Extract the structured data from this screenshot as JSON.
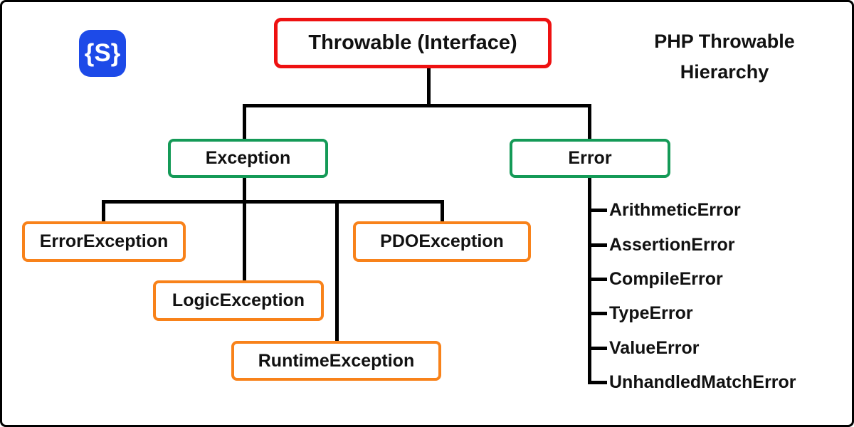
{
  "header": {
    "logo_text": "{S}",
    "title_line1": "PHP Throwable",
    "title_line2": "Hierarchy"
  },
  "colors": {
    "root_border": "#ee1111",
    "branch_border": "#149a57",
    "leaf_border": "#f8821a",
    "logo_bg": "#1d4ae8",
    "line_color": "#000000",
    "text_color": "#111111",
    "canvas_bg": "#ffffff"
  },
  "tree": {
    "root": {
      "label": "Throwable (Interface)"
    },
    "branches": [
      {
        "label": "Exception",
        "children": [
          "ErrorException",
          "LogicException",
          "RuntimeException",
          "PDOException"
        ]
      },
      {
        "label": "Error",
        "children": [
          "ArithmeticError",
          "AssertionError",
          "CompileError",
          "TypeError",
          "ValueError",
          "UnhandledMatchError"
        ]
      }
    ]
  }
}
